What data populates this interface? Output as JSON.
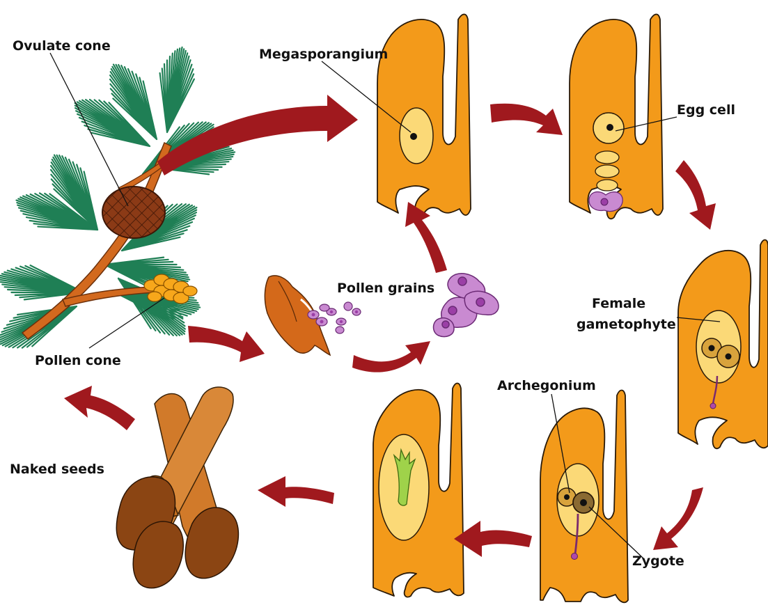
{
  "labels": {
    "ovulate_cone": "Ovulate cone",
    "megasporangium": "Megasporangium",
    "egg_cell": "Egg cell",
    "female_gametophyte_line1": "Female",
    "female_gametophyte_line2": "gametophyte",
    "pollen_grains": "Pollen grains",
    "pollen_cone": "Pollen cone",
    "archegonium": "Archegonium",
    "zygote": "Zygote",
    "naked_seeds": "Naked seeds"
  },
  "colors": {
    "arrow": "#a0191e",
    "ovule": "#f39a1a",
    "gametophyte": "#fbd977",
    "nucleus": "#111111",
    "pollen": "#c98ad1",
    "pollen_nucleus": "#9b3fa6",
    "needles": "#1f7f55",
    "branch": "#d2691e",
    "ovulate_cone": "#8b3a16",
    "pollen_cone": "#f7a71b",
    "seed_stalk": "#d17a2a",
    "seed": "#8b4513",
    "embryo": "#9fd24a",
    "zygote": "#8a6a32"
  }
}
